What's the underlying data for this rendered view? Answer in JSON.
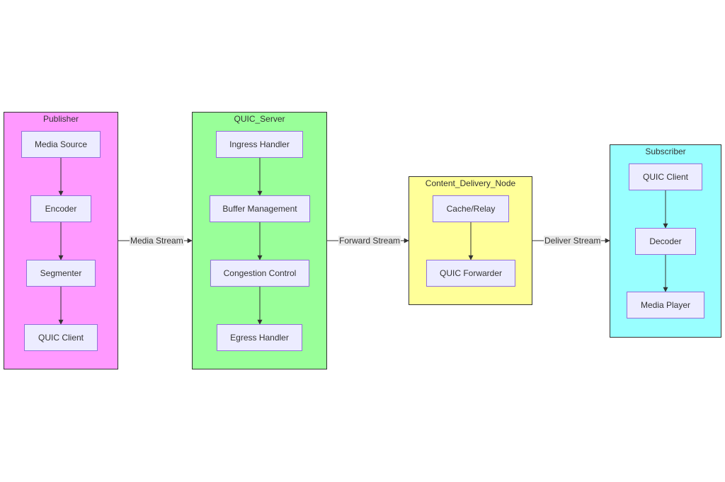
{
  "clusters": {
    "publisher": {
      "title": "Publisher",
      "color": "#FF99FF"
    },
    "quic_server": {
      "title": "QUIC_Server",
      "color": "#99FF99"
    },
    "cdn": {
      "title": "Content_Delivery_Node",
      "color": "#FFFF99"
    },
    "subscriber": {
      "title": "Subscriber",
      "color": "#99FFFF"
    }
  },
  "nodes": {
    "media_source": "Media Source",
    "encoder": "Encoder",
    "segmenter": "Segmenter",
    "pub_quic_client": "QUIC Client",
    "ingress_handler": "Ingress Handler",
    "buffer_management": "Buffer Management",
    "congestion_control": "Congestion Control",
    "egress_handler": "Egress Handler",
    "cache_relay": "Cache/Relay",
    "quic_forwarder": "QUIC Forwarder",
    "sub_quic_client": "QUIC Client",
    "decoder": "Decoder",
    "media_player": "Media Player"
  },
  "edges": {
    "media_stream": "Media Stream",
    "forward_stream": "Forward Stream",
    "deliver_stream": "Deliver Stream"
  },
  "colors": {
    "node_fill": "#ECECFF",
    "node_border": "#9370DB",
    "line": "#333333"
  }
}
